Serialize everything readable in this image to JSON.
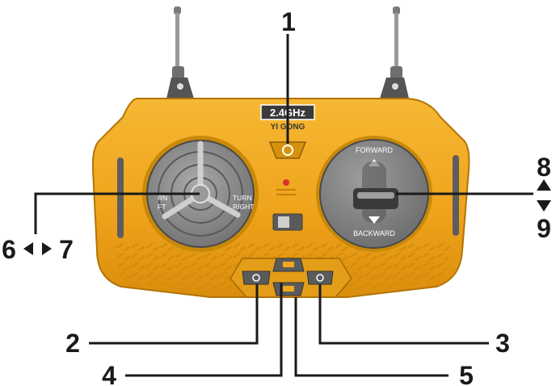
{
  "plate": {
    "frequency": "2.4GHz",
    "brand": "YI GONG"
  },
  "labels": {
    "forward": "FORWARD",
    "backward": "BACKWARD",
    "turn_left_top": "RN",
    "turn_left_bottom": "FT",
    "turn_right_top": "TURN",
    "turn_right_bottom": "RIGHT"
  },
  "callouts": {
    "c1": "1",
    "c2": "2",
    "c3": "3",
    "c4": "4",
    "c5": "5",
    "c6": "6",
    "c7": "7",
    "c8": "8",
    "c9": "9"
  },
  "colors": {
    "body": "#f0a81c",
    "body_dark": "#c98508",
    "dial": "#8a8a8a",
    "callout": "#1a1a1a"
  }
}
